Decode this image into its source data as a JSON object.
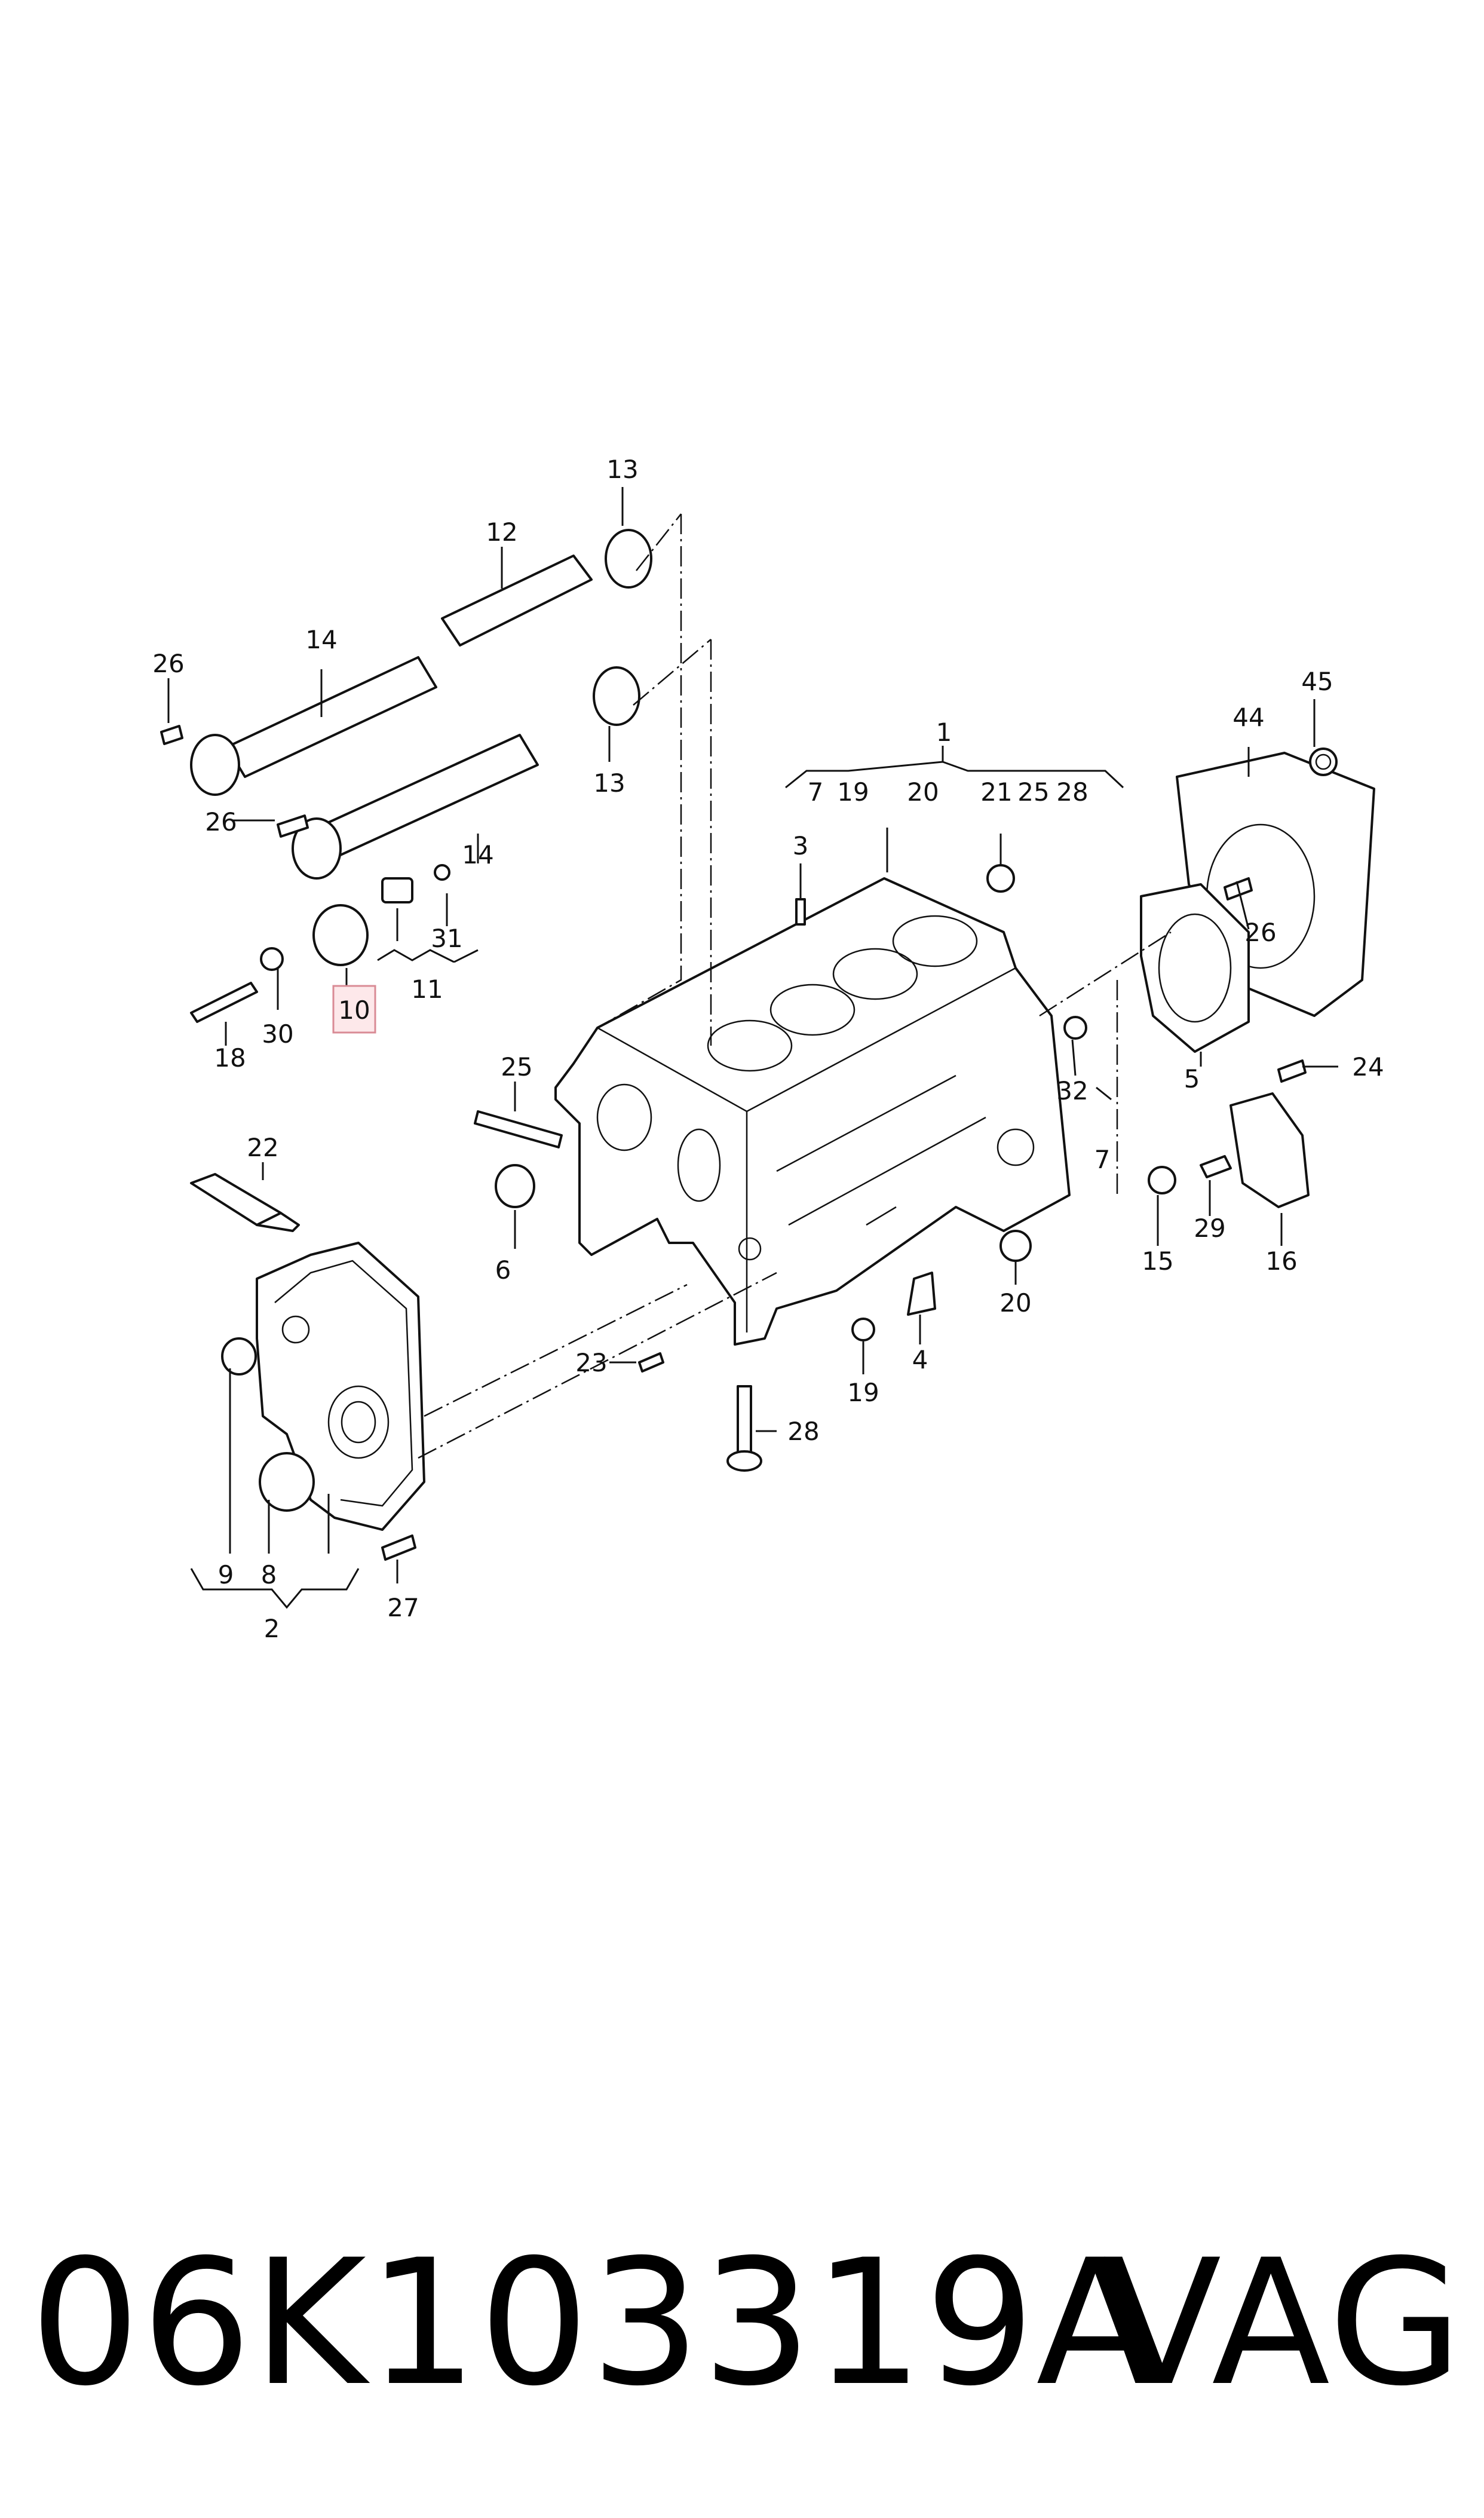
{
  "footer": {
    "part_number": "06K103319A",
    "brand": "VAG"
  },
  "diagram": {
    "highlighted_callout": "10",
    "callouts": {
      "c1": "1",
      "c2": "2",
      "c3": "3",
      "c4": "4",
      "c5": "5",
      "c6": "6",
      "c7a": "7",
      "c7b": "7",
      "c8": "8",
      "c9": "9",
      "c10": "10",
      "c11": "11",
      "c12": "12",
      "c13a": "13",
      "c13b": "13",
      "c14a": "14",
      "c14b": "14",
      "c15": "15",
      "c16": "16",
      "c18": "18",
      "c19a": "19",
      "c19b": "19",
      "c20a": "20",
      "c20b": "20",
      "c21": "21",
      "c22": "22",
      "c23": "23",
      "c24": "24",
      "c25a": "25",
      "c25b": "25",
      "c26a": "26",
      "c26b": "26",
      "c26c": "26",
      "c27": "27",
      "c28a": "28",
      "c28b": "28",
      "c29": "29",
      "c30": "30",
      "c31": "31",
      "c32": "32",
      "c44": "44",
      "c45": "45"
    }
  },
  "colors": {
    "line": "#111111",
    "highlight_fill": "#fde8ea",
    "highlight_border": "#d98b95"
  }
}
